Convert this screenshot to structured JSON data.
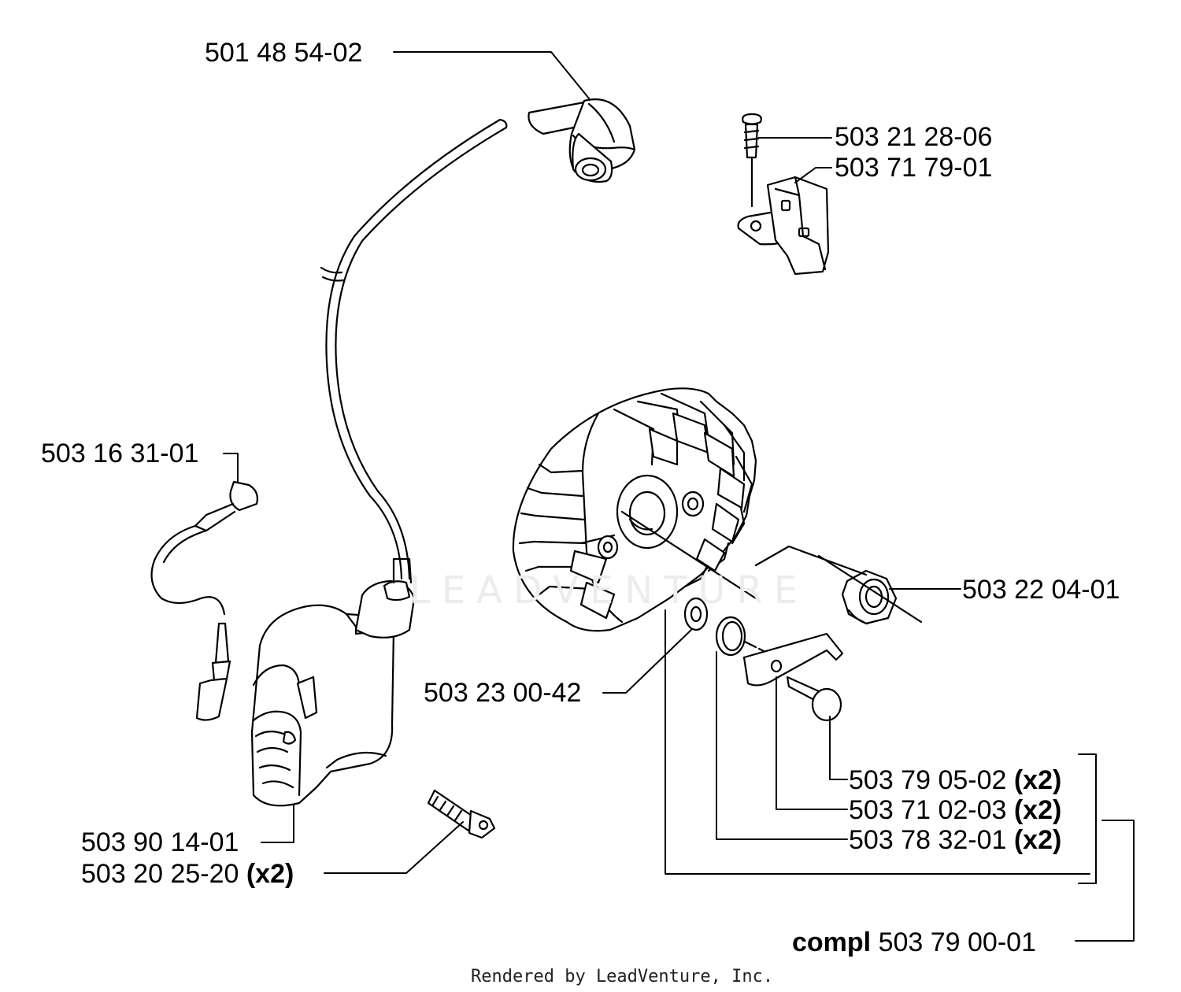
{
  "watermark": "LEADVENTURE",
  "footer": "Rendered by LeadVenture, Inc.",
  "labels": {
    "cap": "501 48 54-02",
    "screw_top": "503 21 28-06",
    "switch": "503 71 79-01",
    "terminal": "503 16 31-01",
    "nut": "503 22 04-01",
    "washer": "503 23 00-42",
    "pawl_screw": "503 79 05-02",
    "pawl": "503 71 02-03",
    "spring": "503 78 32-01",
    "coil": "503 90 14-01",
    "coil_screw": "503 20 25-20",
    "compl_word": "compl",
    "compl_num": "503 79 00-01",
    "qty": "(x2)"
  }
}
